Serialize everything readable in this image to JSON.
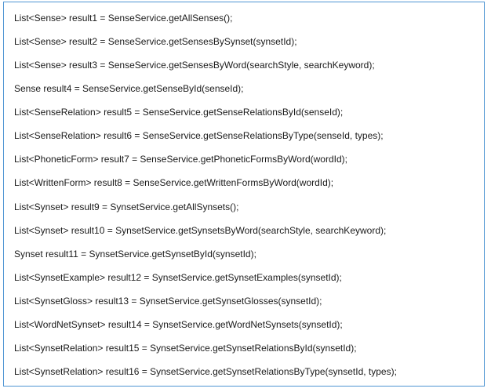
{
  "code_lines": [
    "List<Sense> result1 = SenseService.getAllSenses();",
    "List<Sense> result2 = SenseService.getSensesBySynset(synsetId);",
    "List<Sense> result3 = SenseService.getSensesByWord(searchStyle, searchKeyword);",
    "Sense result4 = SenseService.getSenseById(senseId);",
    "List<SenseRelation> result5 = SenseService.getSenseRelationsById(senseId);",
    "List<SenseRelation> result6 = SenseService.getSenseRelationsByType(senseId, types);",
    "List<PhoneticForm> result7 = SenseService.getPhoneticFormsByWord(wordId);",
    "List<WrittenForm> result8 = SenseService.getWrittenFormsByWord(wordId);",
    "List<Synset> result9 = SynsetService.getAllSynsets();",
    "List<Synset> result10 = SynsetService.getSynsetsByWord(searchStyle, searchKeyword);",
    "Synset result11 = SynsetService.getSynsetById(synsetId);",
    "List<SynsetExample> result12 = SynsetService.getSynsetExamples(synsetId);",
    "List<SynsetGloss> result13 = SynsetService.getSynsetGlosses(synsetId);",
    "List<WordNetSynset> result14 = SynsetService.getWordNetSynsets(synsetId);",
    "List<SynsetRelation> result15 = SynsetService.getSynsetRelationsById(synsetId);",
    "List<SynsetRelation> result16 = SynsetService.getSynsetRelationsByType(synsetId, types);"
  ]
}
